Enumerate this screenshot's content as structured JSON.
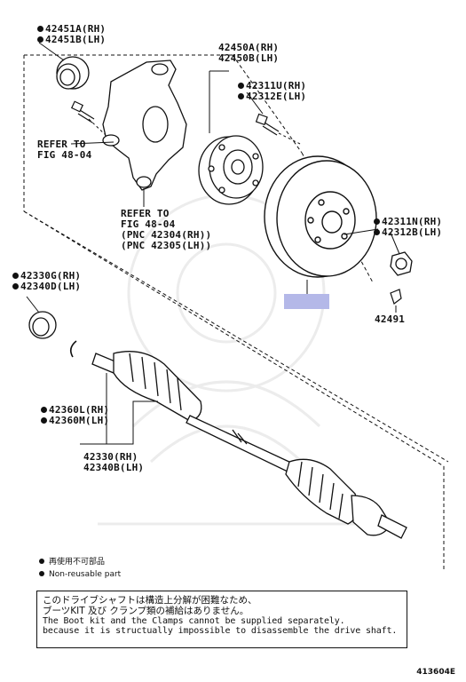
{
  "parts": {
    "bearing": {
      "rh": "42451A(RH)",
      "lh": "42451B(LH)"
    },
    "hub": {
      "rh": "42450A(RH)",
      "lh": "42450B(LH)"
    },
    "hub_bolt": {
      "rh": "42311U(RH)",
      "lh": "42312E(LH)"
    },
    "knuckle_ref_1": [
      "REFER TO",
      "FIG 48-04"
    ],
    "knuckle_ref_2": [
      "REFER TO",
      "FIG 48-04",
      "(PNC 42304(RH))",
      "(PNC 42305(LH))"
    ],
    "hub_nut_bolt": {
      "rh": "42311N(RH)",
      "lh": "42312B(LH)"
    },
    "cap": "42491",
    "seal": {
      "rh": "42330G(RH)",
      "lh": "42340D(LH)"
    },
    "boot_kit": {
      "rh": "42360L(RH)",
      "lh": "42360M(LH)"
    },
    "drive_shaft": {
      "rh": "42330(RH)",
      "lh": "42340B(LH)"
    }
  },
  "legend": {
    "jp": "再使用不可部品",
    "en": "Non-reusable part"
  },
  "note": {
    "jp_line1": "このドライブシャフトは構造上分解が困難なため、",
    "jp_line2": "ブーツKIT 及び クランプ類の補給はありません。",
    "en_line1": "The Boot kit and the Clamps cannot be supplied separately.",
    "en_line2": "because it is structually impossible to disassemble the drive shaft."
  },
  "figure_id": "413604E",
  "colors": {
    "highlight": "#b4b8e8",
    "ink": "#111111"
  }
}
